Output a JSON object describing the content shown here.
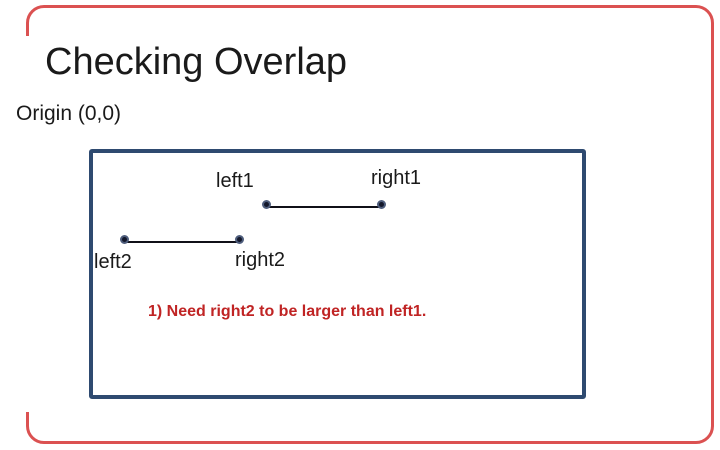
{
  "slide": {
    "title": "Checking Overlap",
    "origin_label": "Origin (0,0)",
    "note": "1) Need right2 to be larger than left1."
  },
  "diagram": {
    "segment1": {
      "left_label": "left1",
      "right_label": "right1"
    },
    "segment2": {
      "left_label": "left2",
      "right_label": "right2"
    }
  },
  "colors": {
    "slide_border_red": "#db5151",
    "box_border_blue": "#2e4a70",
    "note_red": "#c02424",
    "text_black": "#1a1a1a",
    "segment_line": "#101018",
    "dot_fill": "#13182b",
    "dot_ring": "#4e5d7c"
  }
}
